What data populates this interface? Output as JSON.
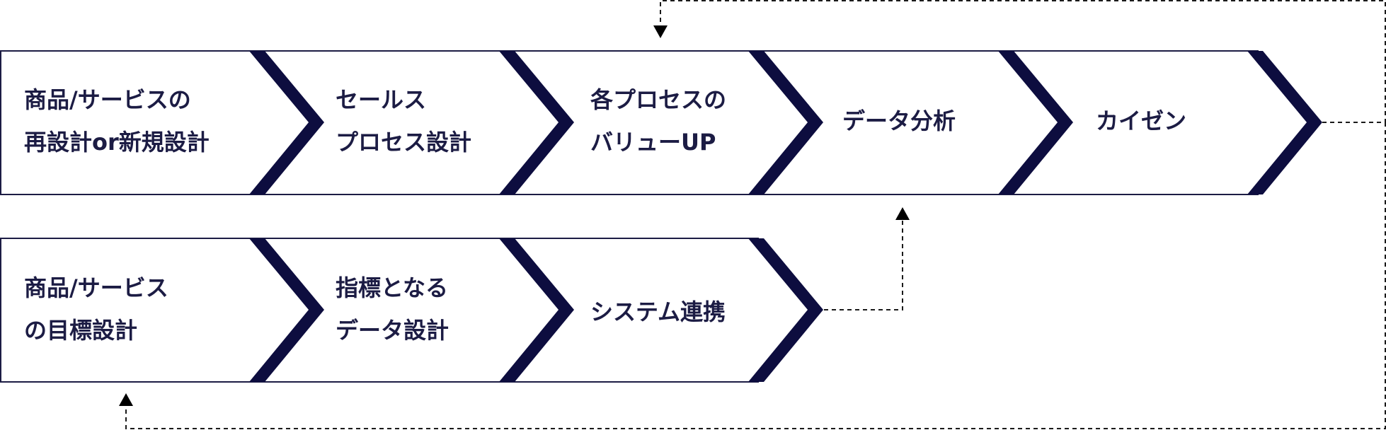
{
  "diagram": {
    "colors": {
      "chevron": "#0d0d3f",
      "text": "#1c1c44",
      "line": "#1a1a1a",
      "background": "#ffffff"
    },
    "rows": [
      {
        "steps": [
          {
            "lines": [
              "商品/サービスの",
              "再設計or新規設計"
            ]
          },
          {
            "lines": [
              "セールス",
              "プロセス設計"
            ]
          },
          {
            "lines": [
              "各プロセスの",
              "バリューUP"
            ]
          },
          {
            "lines": [
              "データ分析"
            ]
          },
          {
            "lines": [
              "カイゼン"
            ]
          }
        ]
      },
      {
        "steps": [
          {
            "lines": [
              "商品/サービス",
              "の目標設計"
            ]
          },
          {
            "lines": [
              "指標となる",
              "データ設計"
            ]
          },
          {
            "lines": [
              "システム連携"
            ]
          }
        ]
      }
    ],
    "connectors": [
      {
        "from": "システム連携",
        "to": "データ分析",
        "style": "dashed",
        "arrow": "up"
      },
      {
        "from": "カイゼン",
        "to": "各プロセスの バリューUP",
        "style": "dashed",
        "arrow": "down"
      },
      {
        "from": "カイゼン",
        "to": "商品/サービス の目標設計",
        "style": "dashed",
        "arrow": "up"
      }
    ]
  }
}
